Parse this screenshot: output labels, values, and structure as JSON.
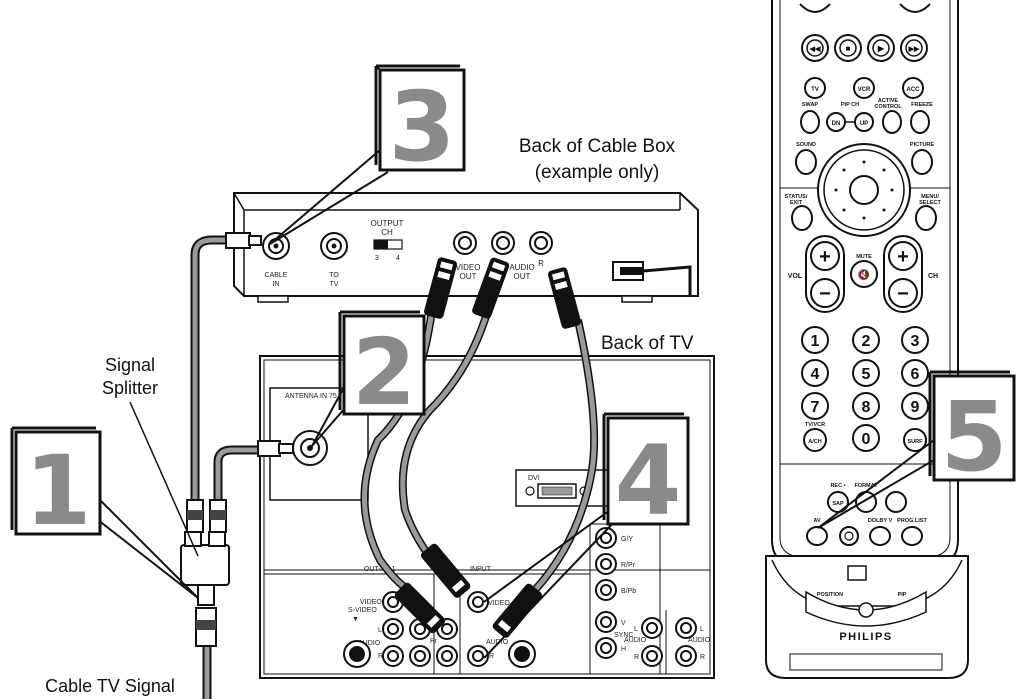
{
  "labels": {
    "cable_box": [
      "Back of Cable Box",
      "(example only)"
    ],
    "back_of_tv": "Back of TV",
    "signal_splitter": [
      "Signal",
      "Splitter"
    ],
    "cable_tv_signal": "Cable TV Signal"
  },
  "steps": [
    "1",
    "2",
    "3",
    "4",
    "5"
  ],
  "cable_box_panel": {
    "cable_in": [
      "CABLE",
      "IN"
    ],
    "to_tv": [
      "TO",
      "TV"
    ],
    "output_ch": [
      "OUTPUT",
      "CH"
    ],
    "ch_3": "3",
    "ch_4": "4",
    "video_out": [
      "VIDEO",
      "OUT"
    ],
    "audio_out": [
      "AUDIO",
      "OUT"
    ],
    "r": "R"
  },
  "tv_panel": {
    "antenna_in": "ANTENNA IN 75",
    "dvi": "DVI",
    "out_av1": "OUT-AV 1",
    "input": "INPUT",
    "video": "VIDEO",
    "s_video": "S-VIDEO",
    "l": "L",
    "r": "R",
    "audio": "AUDIO",
    "pr": "Pr",
    "gy": "G/Y",
    "rpr": "R/Pr",
    "bpb": "B/Pb",
    "v": "V",
    "h": "H",
    "sync": "SYNC"
  },
  "remote": {
    "transport": [
      "◀◀",
      "■",
      "▶",
      "▶▶"
    ],
    "source": [
      "TV",
      "VCR",
      "ACC"
    ],
    "swap": "SWAP",
    "pip_ch": "PIP CH",
    "active_control": [
      "ACTIVE",
      "CONTROL"
    ],
    "freeze": "FREEZE",
    "dn": "DN",
    "up": "UP",
    "sound": "SOUND",
    "picture": "PICTURE",
    "status_exit": [
      "STATUS/",
      "EXIT"
    ],
    "menu_select": [
      "MENU/",
      "SELECT"
    ],
    "vol": "VOL",
    "mute": "MUTE",
    "ch": "CH",
    "digits": [
      "1",
      "2",
      "3",
      "4",
      "5",
      "6",
      "7",
      "8",
      "9",
      "0"
    ],
    "tv_vcr": [
      "TV/VCR",
      "A/CH"
    ],
    "surf": "SURF",
    "rec": "REC •",
    "sap": "SAP",
    "format": "FORMAT",
    "av": "AV",
    "dolby_v": "DOLBY V",
    "prog_list": "PROG.LIST",
    "position": "POSITION",
    "pip": "PIP",
    "brand": "PHILIPS"
  }
}
